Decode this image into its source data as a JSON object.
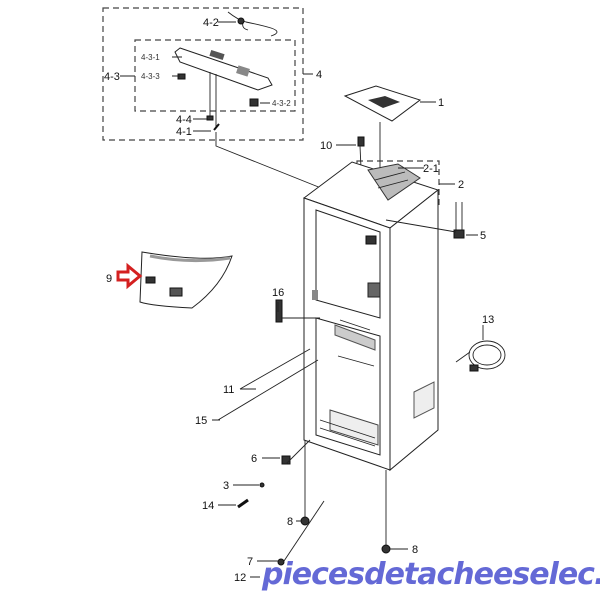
{
  "diagram": {
    "labels": {
      "p4_2": "4-2",
      "p4_3_1": "4-3-1",
      "p4_3_3": "4-3-3",
      "p4_3": "4-3",
      "p4": "4",
      "p4_3_2": "4-3-2",
      "p4_4": "4-4",
      "p4_1": "4-1",
      "p1": "1",
      "p10": "10",
      "p2_1": "2-1",
      "p2": "2",
      "p5": "5",
      "p9": "9",
      "p16": "16",
      "p13": "13",
      "p11": "11",
      "p15": "15",
      "p6": "6",
      "p3": "3",
      "p14": "14",
      "p8a": "8",
      "p8b": "8",
      "p7": "7",
      "p12": "12"
    },
    "watermark": "piecesdetacheeselec.com",
    "highlight_color": "#d42020"
  }
}
